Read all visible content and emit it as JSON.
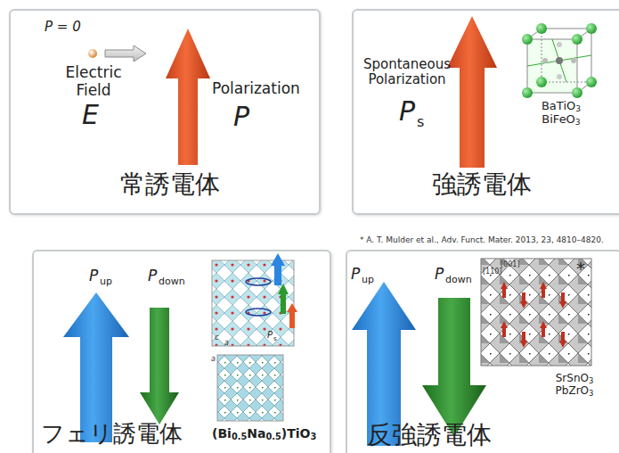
{
  "diagram": {
    "nodes": [
      {
        "text": [
          "P = 0",
          "Electric Field",
          "E",
          "Polarization",
          "P",
          "常誘電体"
        ]
      },
      {
        "text": [
          "Spontaneous Polarization",
          "P",
          "s",
          "BaTiO3 BiFeO3",
          "強誘電体"
        ]
      },
      {
        "text": [
          "P",
          "up",
          "P",
          "down",
          "フェリ誘電体",
          "(Bi0.5Na0.5)TiO3",
          "P",
          "s"
        ]
      },
      {
        "text": [
          "P",
          "up",
          "P",
          "down",
          "*",
          "SrSnO3 PbZrO3",
          "反強誘電体"
        ]
      }
    ],
    "labels": [
      "* A. T. Mulder et al., Adv. Funct. Mater. 2013, 23, 4810–4820.",
      "c",
      "a",
      "a",
      "[001]",
      "[110]"
    ]
  }
}
